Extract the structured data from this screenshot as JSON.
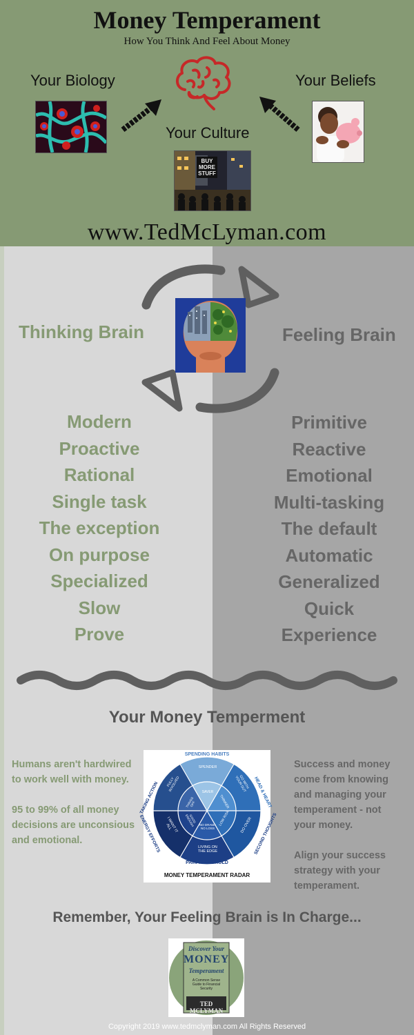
{
  "header": {
    "title": "Money Temperament",
    "subtitle": "How You Think And Feel About Money",
    "biology_label": "Your Biology",
    "beliefs_label": "Your Beliefs",
    "culture_label": "Your Culture",
    "culture_sign": [
      "BUY",
      "MORE",
      "STUFF"
    ],
    "website": "www.TedMcLyman.com"
  },
  "brains": {
    "thinking_title": "Thinking Brain",
    "feeling_title": "Feeling Brain",
    "thinking_traits": [
      "Modern",
      "Proactive",
      "Rational",
      "Single task",
      "The exception",
      "On purpose",
      "Specialized",
      "Slow",
      "Prove"
    ],
    "feeling_traits": [
      "Primitive",
      "Reactive",
      "Emotional",
      "Multi-tasking",
      "The default",
      "Automatic",
      "Generalized",
      "Quick",
      "Experience"
    ]
  },
  "temperament": {
    "heading": "Your Money Temperment",
    "left_para1": "Humans aren't hardwired to work well with money.",
    "left_para2": "95 to 99% of all money decisions are unconsious and emotional.",
    "right_para1": "Success and money come from knowing and managing your temperament - not your money.",
    "right_para2": "Align your success strategy with your temperament.",
    "radar": {
      "top": "SPENDING HABITS",
      "left": "TAKING ACTION",
      "right": "HEAD & HEART",
      "lower_left": "ENERGY EFFORTS",
      "lower_right": "SECOND THOUGHTS",
      "bottom": "PAIN THRESHOLD",
      "caption": "MONEY TEMPERAMENT RADAR",
      "outer": [
        "SPENDER",
        "GO WITH YOUR GUT",
        "DO OVER",
        "LIVING ON THE EDGE",
        "I WANT IT ALL",
        "FULLY INVOLVED"
      ],
      "inner": [
        "SAVER",
        "THINKER",
        "LOW RISK",
        "NO DRAMA NO LOSS",
        "GOOD ENOUGH",
        "THINGS OFF"
      ]
    },
    "remember": "Remember, Your Feeling Brain is In Charge...",
    "book": {
      "line1": "Discover Your",
      "line2": "MONEY",
      "line3": "Temperament",
      "subtitle": "A Common Sense Guide to Financial Security",
      "author": "TED MCLYMAN"
    }
  },
  "footer": {
    "copyright": "Copyright 2019 www.tedmclyman.com All Rights Reserved"
  },
  "colors": {
    "header_bg": "#869a74",
    "left_bg": "#d8d8d8",
    "right_bg": "#a6a6a6",
    "accent_green": "#869a74",
    "text_grey": "#666666",
    "brain_red": "#c62828"
  }
}
